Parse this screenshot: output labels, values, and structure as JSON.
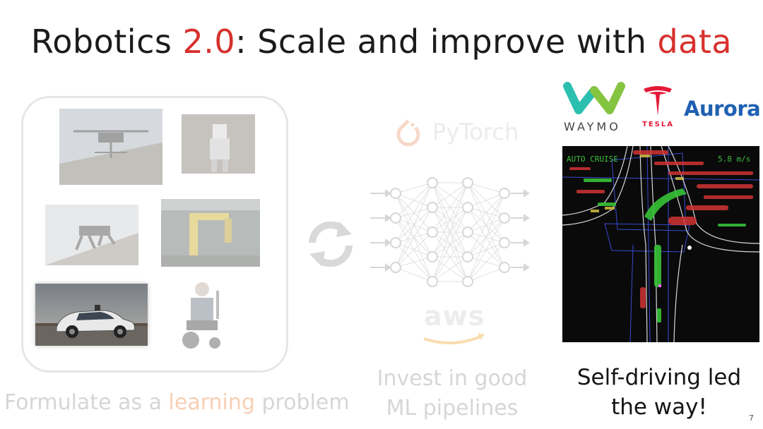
{
  "slide": {
    "title_part1": "Robotics ",
    "title_highlight1": "2.0",
    "title_part2": ": Scale and improve with ",
    "title_highlight2": "data",
    "page_number": "7"
  },
  "left_column": {
    "caption_pre": "Formulate as a ",
    "caption_accent": "learning",
    "caption_post": " problem"
  },
  "middle_column": {
    "pytorch_label": "PyTorch",
    "aws_label": "aws",
    "caption_line1": "Invest in good",
    "caption_line2": "ML pipelines"
  },
  "right_column": {
    "waymo_label": "WAYMO",
    "tesla_label": "TESLA",
    "aurora_label": "Aurora",
    "hud_mode": "AUTO CRUISE",
    "hud_speed": "5.8 m/s",
    "caption_line1": "Self-driving led",
    "caption_line2": "the way!"
  },
  "colors": {
    "title_accent": "#d7312d",
    "faded_text": "#d6d6d6",
    "faded_accent": "#f7cfb4",
    "waymo_teal": "#2bbfb0",
    "waymo_green": "#84c441",
    "tesla_red": "#e31937",
    "aurora_blue": "#1f60b2"
  },
  "icons": [
    "drone-photo",
    "humanoid-robot-photo",
    "quadruped-robot-photo",
    "robot-arm-photo",
    "self-driving-car-photo",
    "wheelchair-robot-photo",
    "refresh-cycle-icon",
    "neural-network-icon",
    "pytorch-logo-icon",
    "aws-logo-icon",
    "waymo-logo-icon",
    "tesla-logo-icon"
  ]
}
